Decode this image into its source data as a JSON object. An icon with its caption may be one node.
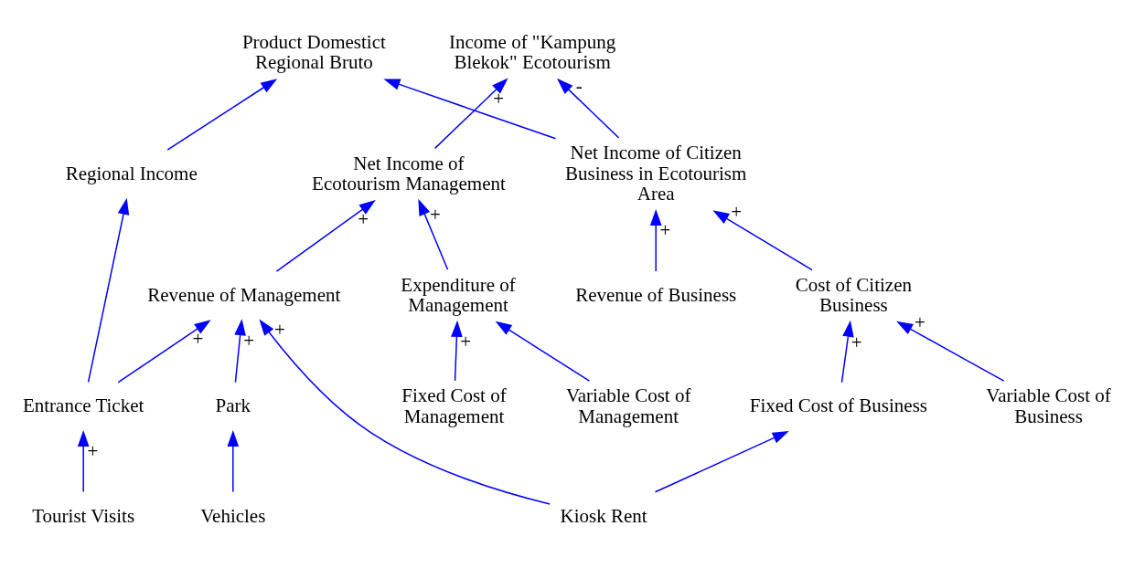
{
  "diagram": {
    "nodes": [
      {
        "text": [
          "Income of \"Kampung Blekok\" Ecotourism"
        ]
      },
      {
        "text": [
          "Net Income of Ecotourism Management"
        ]
      },
      {
        "text": [
          "Net Income of Citizen Business in Ecotourism Area"
        ]
      },
      {
        "text": [
          "Revenue of Management"
        ]
      },
      {
        "text": [
          "Expenditure of Management"
        ]
      },
      {
        "text": [
          "Revenue of Business"
        ]
      },
      {
        "text": [
          "Cost of Citizen Business"
        ]
      },
      {
        "text": [
          "Fixed Cost of Management"
        ]
      },
      {
        "text": [
          "Variable Cost of Management"
        ]
      },
      {
        "text": [
          "Entrance Ticket"
        ]
      },
      {
        "text": [
          "Park"
        ]
      },
      {
        "text": [
          "Tourist Visits"
        ]
      },
      {
        "text": [
          "Kiosk Rent"
        ]
      },
      {
        "text": [
          "Fixed Cost of Business"
        ]
      },
      {
        "text": [
          "Variable Cost of Business"
        ]
      },
      {
        "text": [
          "Vehicles"
        ]
      },
      {
        "text": [
          "Regional Income"
        ]
      },
      {
        "text": [
          "Product Domestict Regional Bruto"
        ]
      }
    ],
    "edges": [
      {
        "from": 1,
        "to": 0,
        "arrow": "to",
        "label": "+"
      },
      {
        "from": 2,
        "to": 0,
        "arrow": "to",
        "label": "-"
      },
      {
        "from": 3,
        "to": 1,
        "arrow": "to",
        "label": "+"
      },
      {
        "from": 4,
        "to": 1,
        "arrow": "to",
        "label": "+"
      },
      {
        "from": 5,
        "to": 2,
        "arrow": "to",
        "label": "+"
      },
      {
        "from": 6,
        "to": 2,
        "arrow": "to",
        "label": "+"
      },
      {
        "from": 7,
        "to": 4,
        "arrow": "to",
        "label": "+"
      },
      {
        "from": 8,
        "to": 4,
        "arrow": "to"
      },
      {
        "from": 9,
        "to": 3,
        "arrow": "to",
        "label": "+"
      },
      {
        "from": 10,
        "to": 3,
        "arrow": "to",
        "label": "+"
      },
      {
        "from": 12,
        "to": 3,
        "arrow": "to",
        "label": "+"
      },
      {
        "from": 11,
        "to": 9,
        "arrow": "to",
        "label": "+"
      },
      {
        "from": 15,
        "to": 10,
        "arrow": "to"
      },
      {
        "from": 9,
        "to": 16,
        "arrow": "to"
      },
      {
        "from": 12,
        "to": 13,
        "arrow": "to"
      },
      {
        "from": 13,
        "to": 6,
        "arrow": "to",
        "label": "+"
      },
      {
        "from": 14,
        "to": 6,
        "arrow": "to",
        "label": "+"
      },
      {
        "from": 16,
        "to": 17,
        "arrow": "to"
      },
      {
        "from": 2,
        "to": 17,
        "arrow": "to"
      }
    ]
  }
}
